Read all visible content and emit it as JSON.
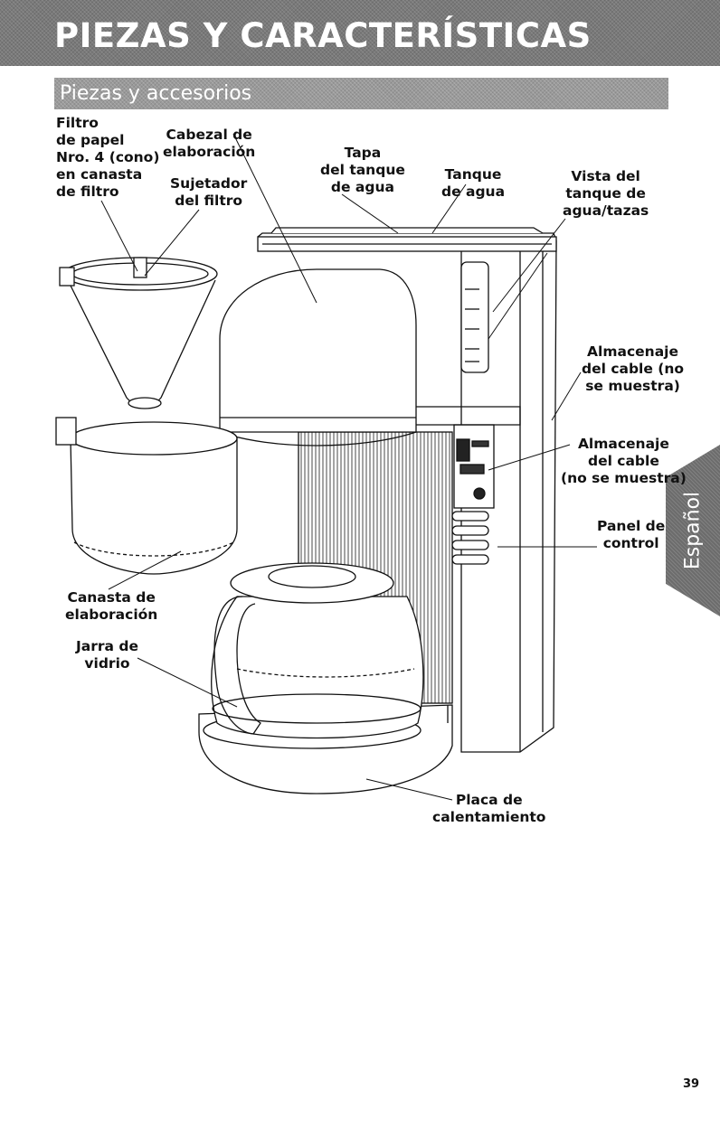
{
  "header": {
    "title": "PIEZAS Y CARACTERÍSTICAS"
  },
  "section": {
    "title": "Piezas y accesorios"
  },
  "side_tab": {
    "label": "Español"
  },
  "labels": {
    "filtro_papel": "Filtro\nde papel\nNro. 4 (cono)\nen canasta\nde filtro",
    "cabezal": "Cabezal de\nelaboración",
    "sujetador": "Sujetador\ndel filtro",
    "tapa": "Tapa\ndel tanque\nde agua",
    "tanque": "Tanque\nde agua",
    "vista": "Vista del\ntanque de\nagua/tazas",
    "almacenaje_1": "Almacenaje\ndel cable (no\nse muestra)",
    "almacenaje_2": "Almacenaje\ndel cable\n(no se muestra)",
    "panel": "Panel de\ncontrol",
    "canasta": "Canasta de\nelaboración",
    "jarra": "Jarra de\nvidrio",
    "placa": "Placa de\ncalentamiento"
  },
  "page": {
    "number": "39"
  }
}
